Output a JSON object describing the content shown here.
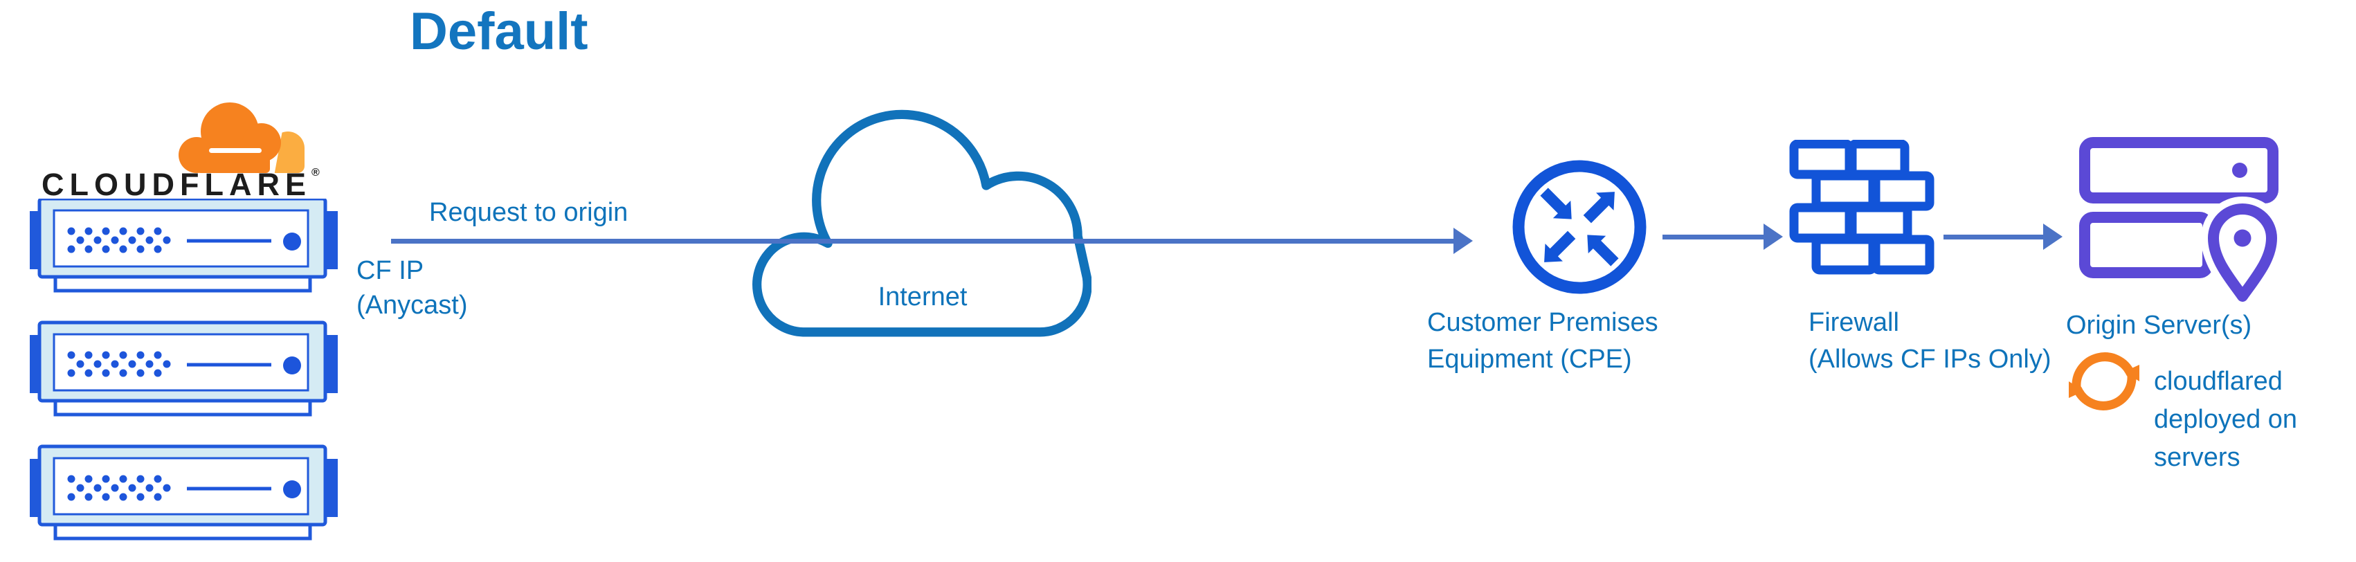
{
  "title": "Default",
  "brand": {
    "wordmark": "CLOUDFLARE",
    "registered_mark": "®"
  },
  "flow": {
    "request_label": "Request to origin",
    "cf_ip_line1": "CF IP",
    "cf_ip_line2": "(Anycast)",
    "internet_label": "Internet",
    "cpe_line1": "Customer Premises",
    "cpe_line2": "Equipment (CPE)",
    "firewall_line1": "Firewall",
    "firewall_line2": "(Allows CF IPs Only)",
    "origin_label": "Origin Server(s)",
    "cloudflared_line1": "cloudflared",
    "cloudflared_line2": "deployed on",
    "cloudflared_line3": "servers"
  },
  "icons": {
    "cloudflare_logo": "cloudflare-cloud-logo",
    "edge_servers": "three stacked Cloudflare edge server appliances",
    "internet": "internet-cloud-icon",
    "cpe": "router-arrows-icon",
    "firewall": "brick-wall-icon",
    "origin": "server-stack-with-location-pin-icon",
    "cloudflared": "orange-sync-arrows-icon"
  },
  "colors": {
    "title_blue": "#1375BF",
    "label_blue": "#0E73BA",
    "arrow_blue": "#4B73C6",
    "icon_royal_blue": "#1254D8",
    "server_border_blue": "#2059DB",
    "server_pale_fill": "#D5EBF4",
    "cloud_outline_blue": "#1172BA",
    "origin_purple": "#5B49D6",
    "cf_orange": "#F6821F",
    "cf_light_orange": "#FBAD41",
    "wordmark_black": "#1D1D1D"
  }
}
